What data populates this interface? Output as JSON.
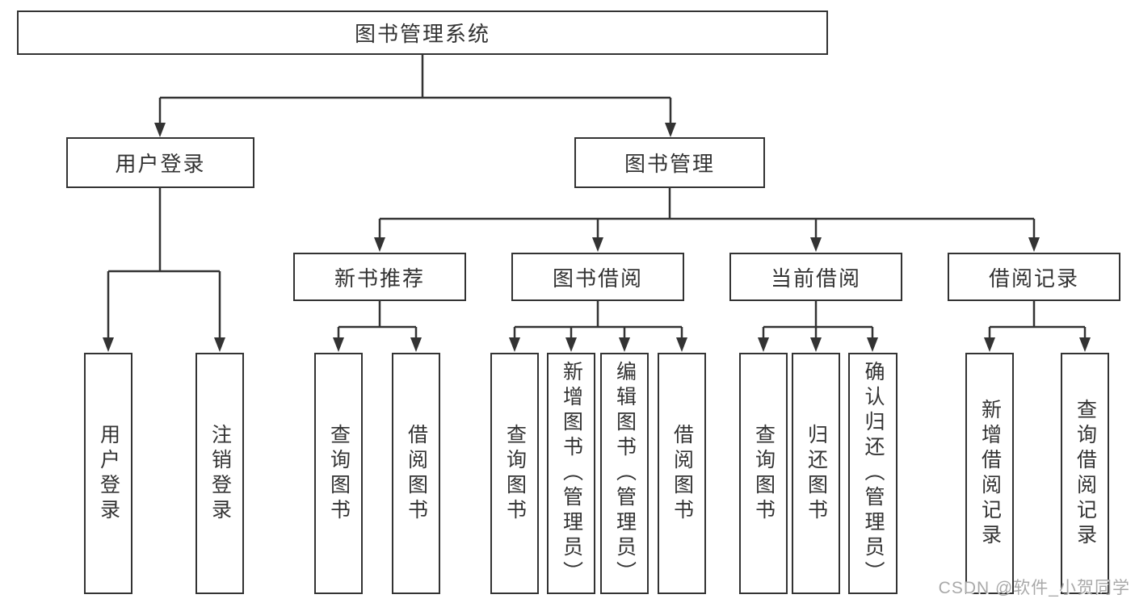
{
  "tree": {
    "label": "图书管理系统",
    "children": [
      {
        "label": "用户登录",
        "children": [
          {
            "label": "用户登录"
          },
          {
            "label": "注销登录"
          }
        ]
      },
      {
        "label": "图书管理",
        "children": [
          {
            "label": "新书推荐",
            "children": [
              {
                "label": "查询图书"
              },
              {
                "label": "借阅图书"
              }
            ]
          },
          {
            "label": "图书借阅",
            "children": [
              {
                "label": "查询图书"
              },
              {
                "label": "新增图书（管理员）"
              },
              {
                "label": "编辑图书（管理员）"
              },
              {
                "label": "借阅图书"
              }
            ]
          },
          {
            "label": "当前借阅",
            "children": [
              {
                "label": "查询图书"
              },
              {
                "label": "归还图书"
              },
              {
                "label": "确认归还（管理员）"
              }
            ]
          },
          {
            "label": "借阅记录",
            "children": [
              {
                "label": "新增借阅记录"
              },
              {
                "label": "查询借阅记录"
              }
            ]
          }
        ]
      }
    ]
  },
  "watermark": {
    "text": "CSDN @软件_小贺同学",
    "color": "#a9a9a9"
  },
  "colors": {
    "line": "#333333",
    "text": "#333333"
  }
}
